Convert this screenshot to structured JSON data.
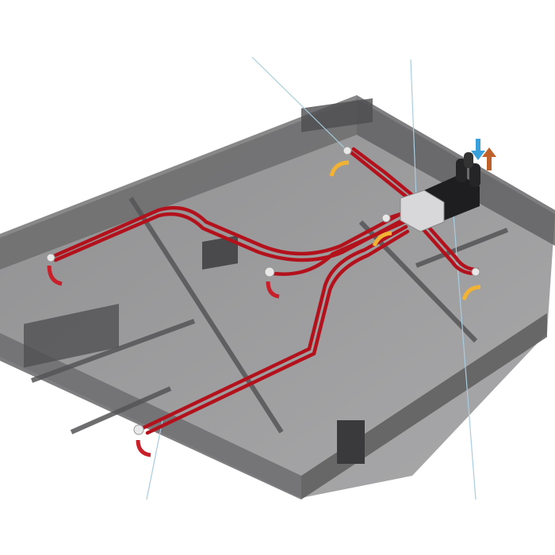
{
  "colors": {
    "background": "#ffffff",
    "walls": "#6e6e70",
    "floor": "#8a8a8c",
    "duct": "#b3121c",
    "supply_arrow": "#f2b233",
    "extract_arrow": "#c8202a",
    "fresh_air_arrow": "#3aa0dc",
    "exhaust_air_arrow": "#c0602a",
    "unit": "#1e1e20",
    "leader_line": "#a8cde0"
  },
  "icons": [
    "ventilation-unit",
    "supply-air-arrow",
    "extract-air-arrow",
    "fresh-air-arrow",
    "exhaust-air-arrow"
  ]
}
